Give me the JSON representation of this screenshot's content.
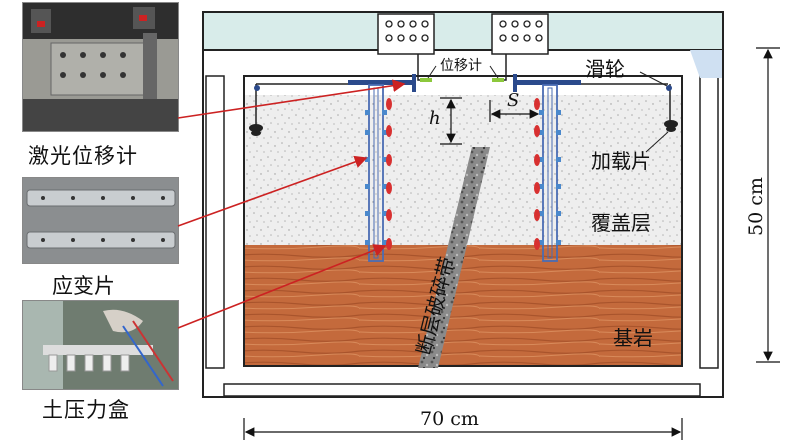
{
  "photos": {
    "laser": {
      "caption": "激光位移计"
    },
    "strain": {
      "caption": "应变片"
    },
    "pressure": {
      "caption": "土压力盒"
    }
  },
  "diagram": {
    "displacement_meter": "位移计",
    "pulley": "滑轮",
    "loading_plate": "加载片",
    "cover_layer": "覆盖层",
    "bedrock": "基岩",
    "fault": "断层破碎带",
    "h_symbol": "h",
    "s_symbol": "S",
    "width_dim": "70 cm",
    "height_dim": "50 cm"
  },
  "colors": {
    "frame_fill": "#ffffff",
    "top_plate": "#d8ecea",
    "cover_layer": "#eeeeee",
    "bedrock": "#c26a3e",
    "pipe": "#4a6cb3",
    "pressure_cell": "#d83030",
    "strain_gauge": "#4a88cc",
    "arrow": "#cc2222",
    "plate": "#2b4a8c"
  }
}
